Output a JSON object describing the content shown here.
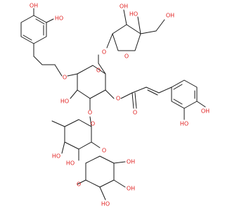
{
  "structure": {
    "atoms": {
      "ho_cat1_top": "OH",
      "ho_cat1_side": "HO",
      "oh_fur_top": "OH",
      "oh_fur_c3": "HO",
      "oh_fur_ch2": "OH",
      "o_fur_ring": "O",
      "o_link_top": "O",
      "o_glc_ring": "O",
      "o_aglycone": "O",
      "oh_glc_c2": "HO",
      "o_ester": "O",
      "o_carbonyl": "O",
      "ho_caff_top": "OH",
      "ho_caff_side": "HO",
      "o_rha_link": "O",
      "o_rha_ring": "O",
      "oh_rha_c4": "HO",
      "oh_rha_c3": "HO",
      "o_xyl_link": "O",
      "o_xyl_ring": "O",
      "oh_xyl_c2": "OH",
      "oh_xyl_c3": "OH",
      "oh_xyl_c4": "HO"
    }
  }
}
